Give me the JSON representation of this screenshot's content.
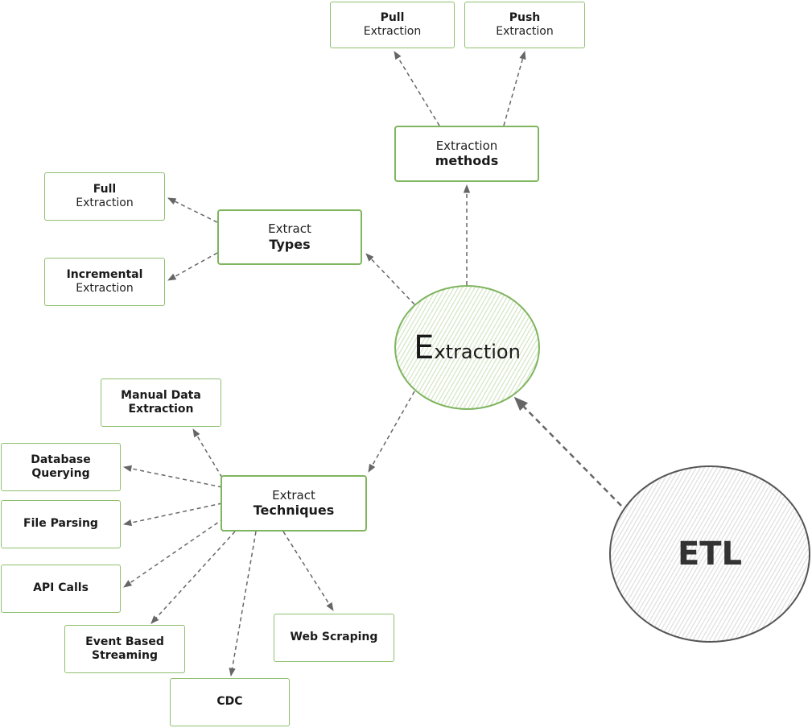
{
  "center": {
    "cap": "E",
    "rest": "xtraction"
  },
  "etl": {
    "label": "ETL"
  },
  "methods": {
    "hub": {
      "line1": "Extraction",
      "line2": "methods"
    },
    "pull": {
      "line1": "Pull",
      "line2": "Extraction"
    },
    "push": {
      "line1": "Push",
      "line2": "Extraction"
    }
  },
  "types": {
    "hub": {
      "line1": "Extract",
      "line2": "Types"
    },
    "full": {
      "line1": "Full",
      "line2": "Extraction"
    },
    "incremental": {
      "line1": "Incremental",
      "line2": "Extraction"
    }
  },
  "techniques": {
    "hub": {
      "line1": "Extract",
      "line2": "Techniques"
    },
    "manual": {
      "line1": "Manual Data",
      "line2": "Extraction"
    },
    "database": {
      "line1": "Database",
      "line2": "Querying"
    },
    "file": {
      "line1": "File Parsing"
    },
    "api": {
      "line1": "API Calls"
    },
    "event": {
      "line1": "Event Based",
      "line2": "Streaming"
    },
    "cdc": {
      "line1": "CDC"
    },
    "web": {
      "line1": "Web Scraping"
    }
  },
  "colors": {
    "accent": "#7fb55e",
    "leaf_border": "#8fbf6e",
    "arrow": "#666666",
    "etl": "#555555"
  }
}
